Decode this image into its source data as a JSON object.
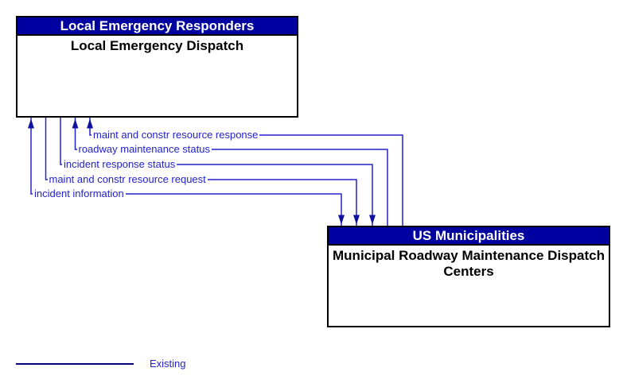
{
  "boxes": [
    {
      "header": "Local Emergency Responders",
      "name": "Local Emergency Dispatch"
    },
    {
      "header": "US Municipalities",
      "name": "Municipal Roadway Maintenance Dispatch Centers"
    }
  ],
  "flows": [
    {
      "label": "maint and constr resource response",
      "direction": "up"
    },
    {
      "label": "roadway maintenance status",
      "direction": "up"
    },
    {
      "label": "incident response status",
      "direction": "down"
    },
    {
      "label": "maint and constr resource request",
      "direction": "down"
    },
    {
      "label": "incident information",
      "direction": "both"
    }
  ],
  "legend": {
    "label": "Existing"
  },
  "colors": {
    "background": "#FFFFFF",
    "header_bg": "#0000A0",
    "header_text": "#FFFFFF",
    "box_border": "#000000",
    "flow_line": "#2222CC",
    "flow_arrow": "#1111A0",
    "flow_label": "#2222CC",
    "legend_line": "#000080",
    "legend_text": "#2222CC"
  }
}
